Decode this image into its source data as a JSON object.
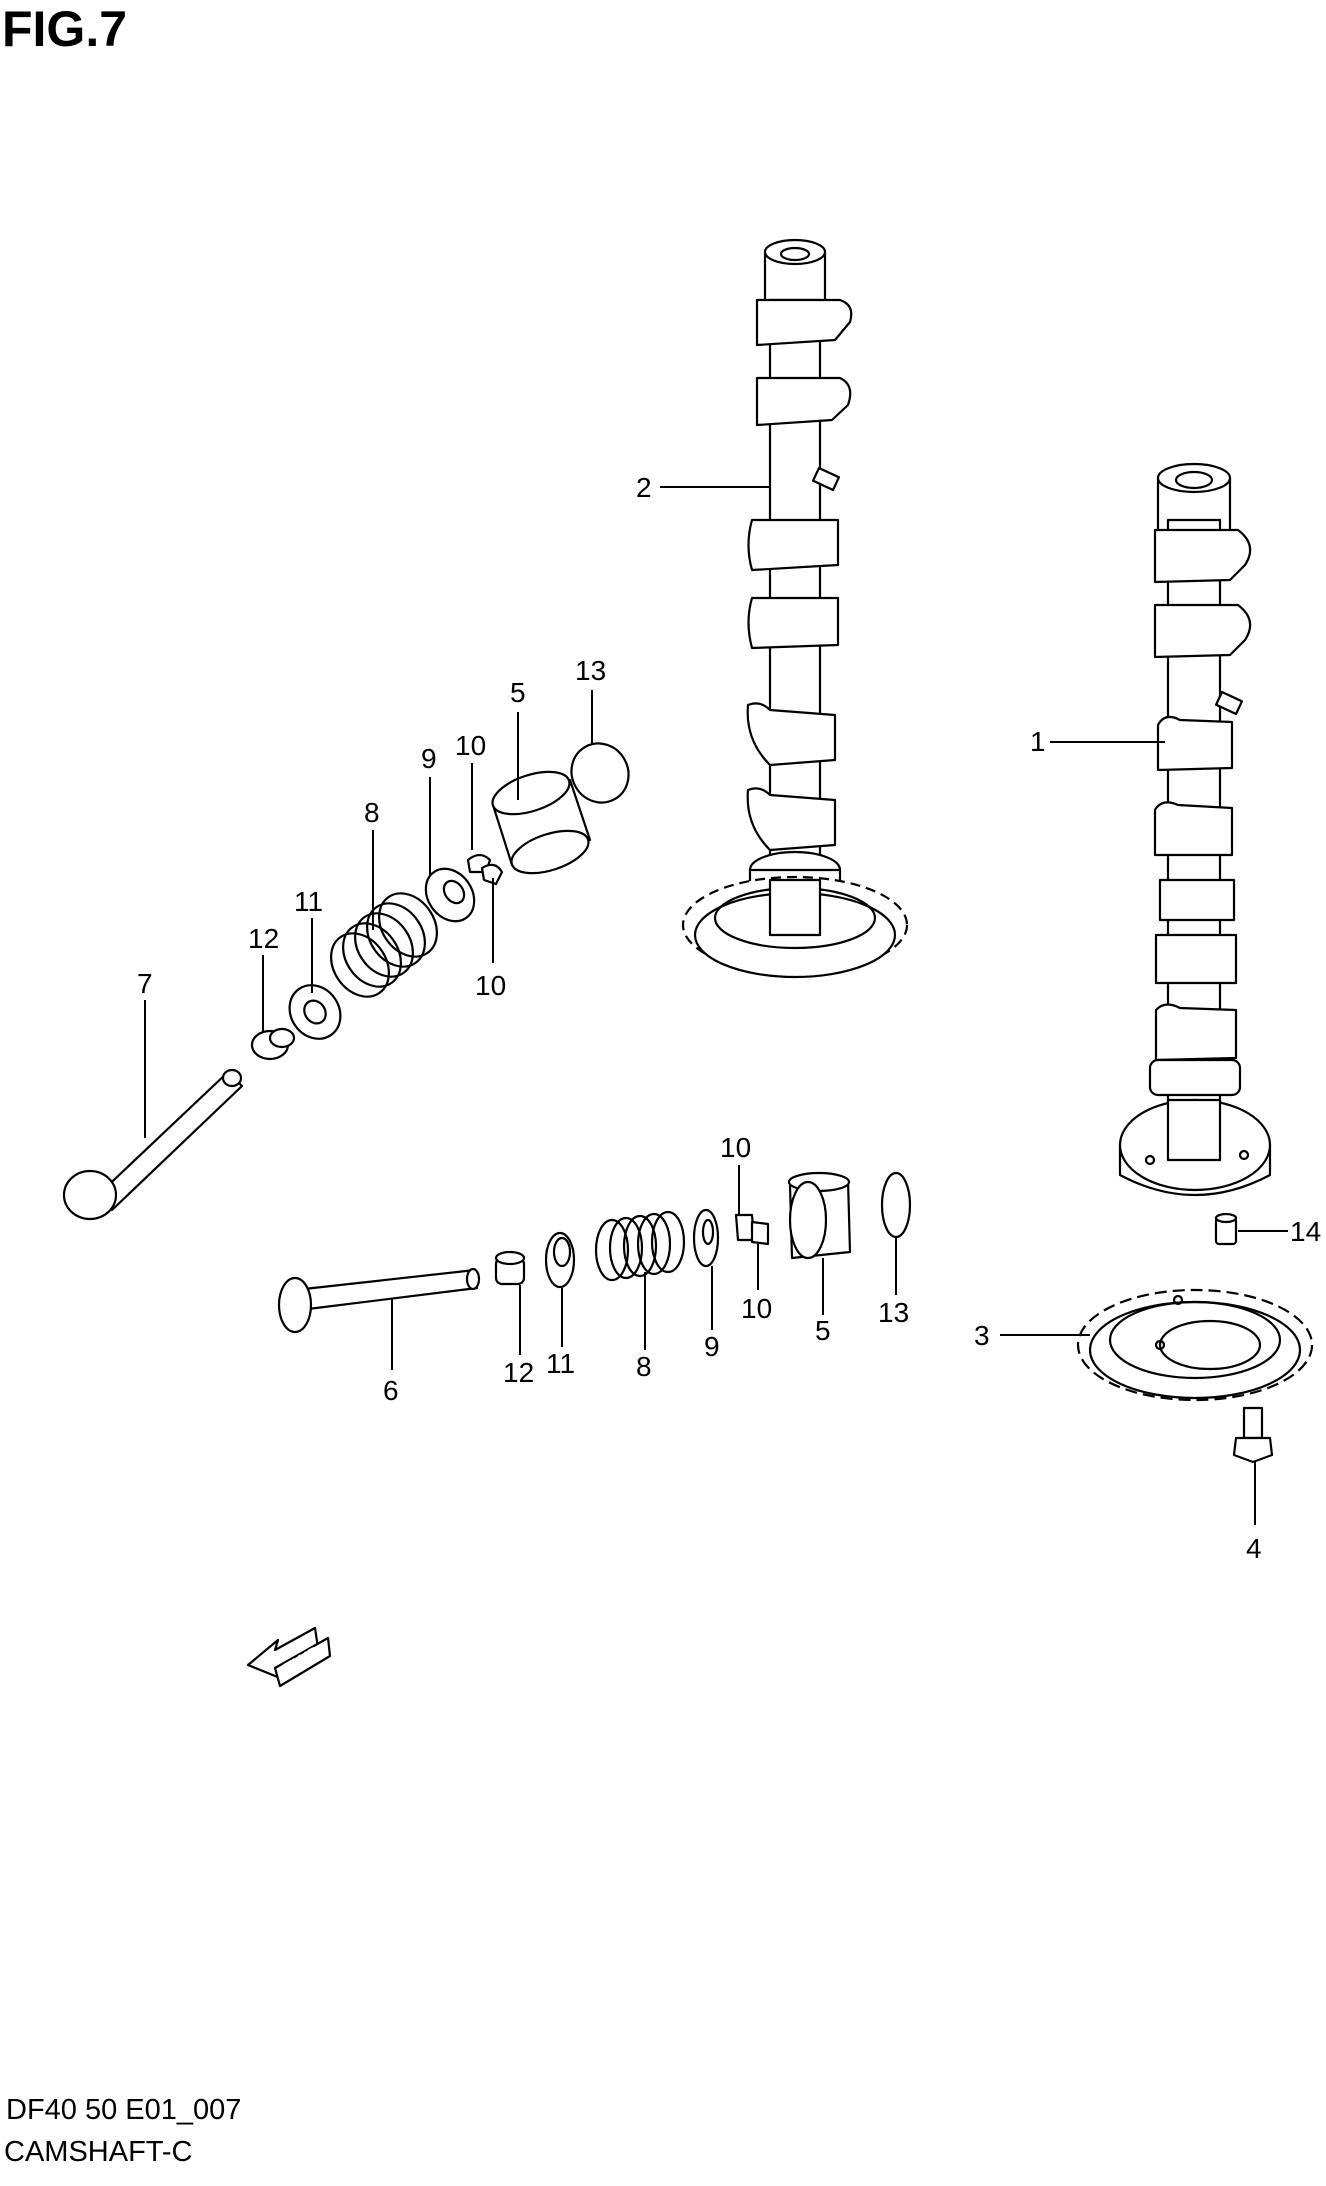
{
  "figure": {
    "title": "FIG.7",
    "code": "DF40 50 E01_007",
    "name": "CAMSHAFT-C"
  },
  "fwd_label": "FWD",
  "callouts": {
    "c1": "1",
    "c2": "2",
    "c3": "3",
    "c4": "4",
    "c5a": "5",
    "c5b": "5",
    "c6": "6",
    "c7": "7",
    "c8a": "8",
    "c8b": "8",
    "c9a": "9",
    "c9b": "9",
    "c10a": "10",
    "c10b": "10",
    "c10c": "10",
    "c10d": "10",
    "c11a": "11",
    "c11b": "11",
    "c12a": "12",
    "c12b": "12",
    "c13a": "13",
    "c13b": "13",
    "c14": "14"
  }
}
